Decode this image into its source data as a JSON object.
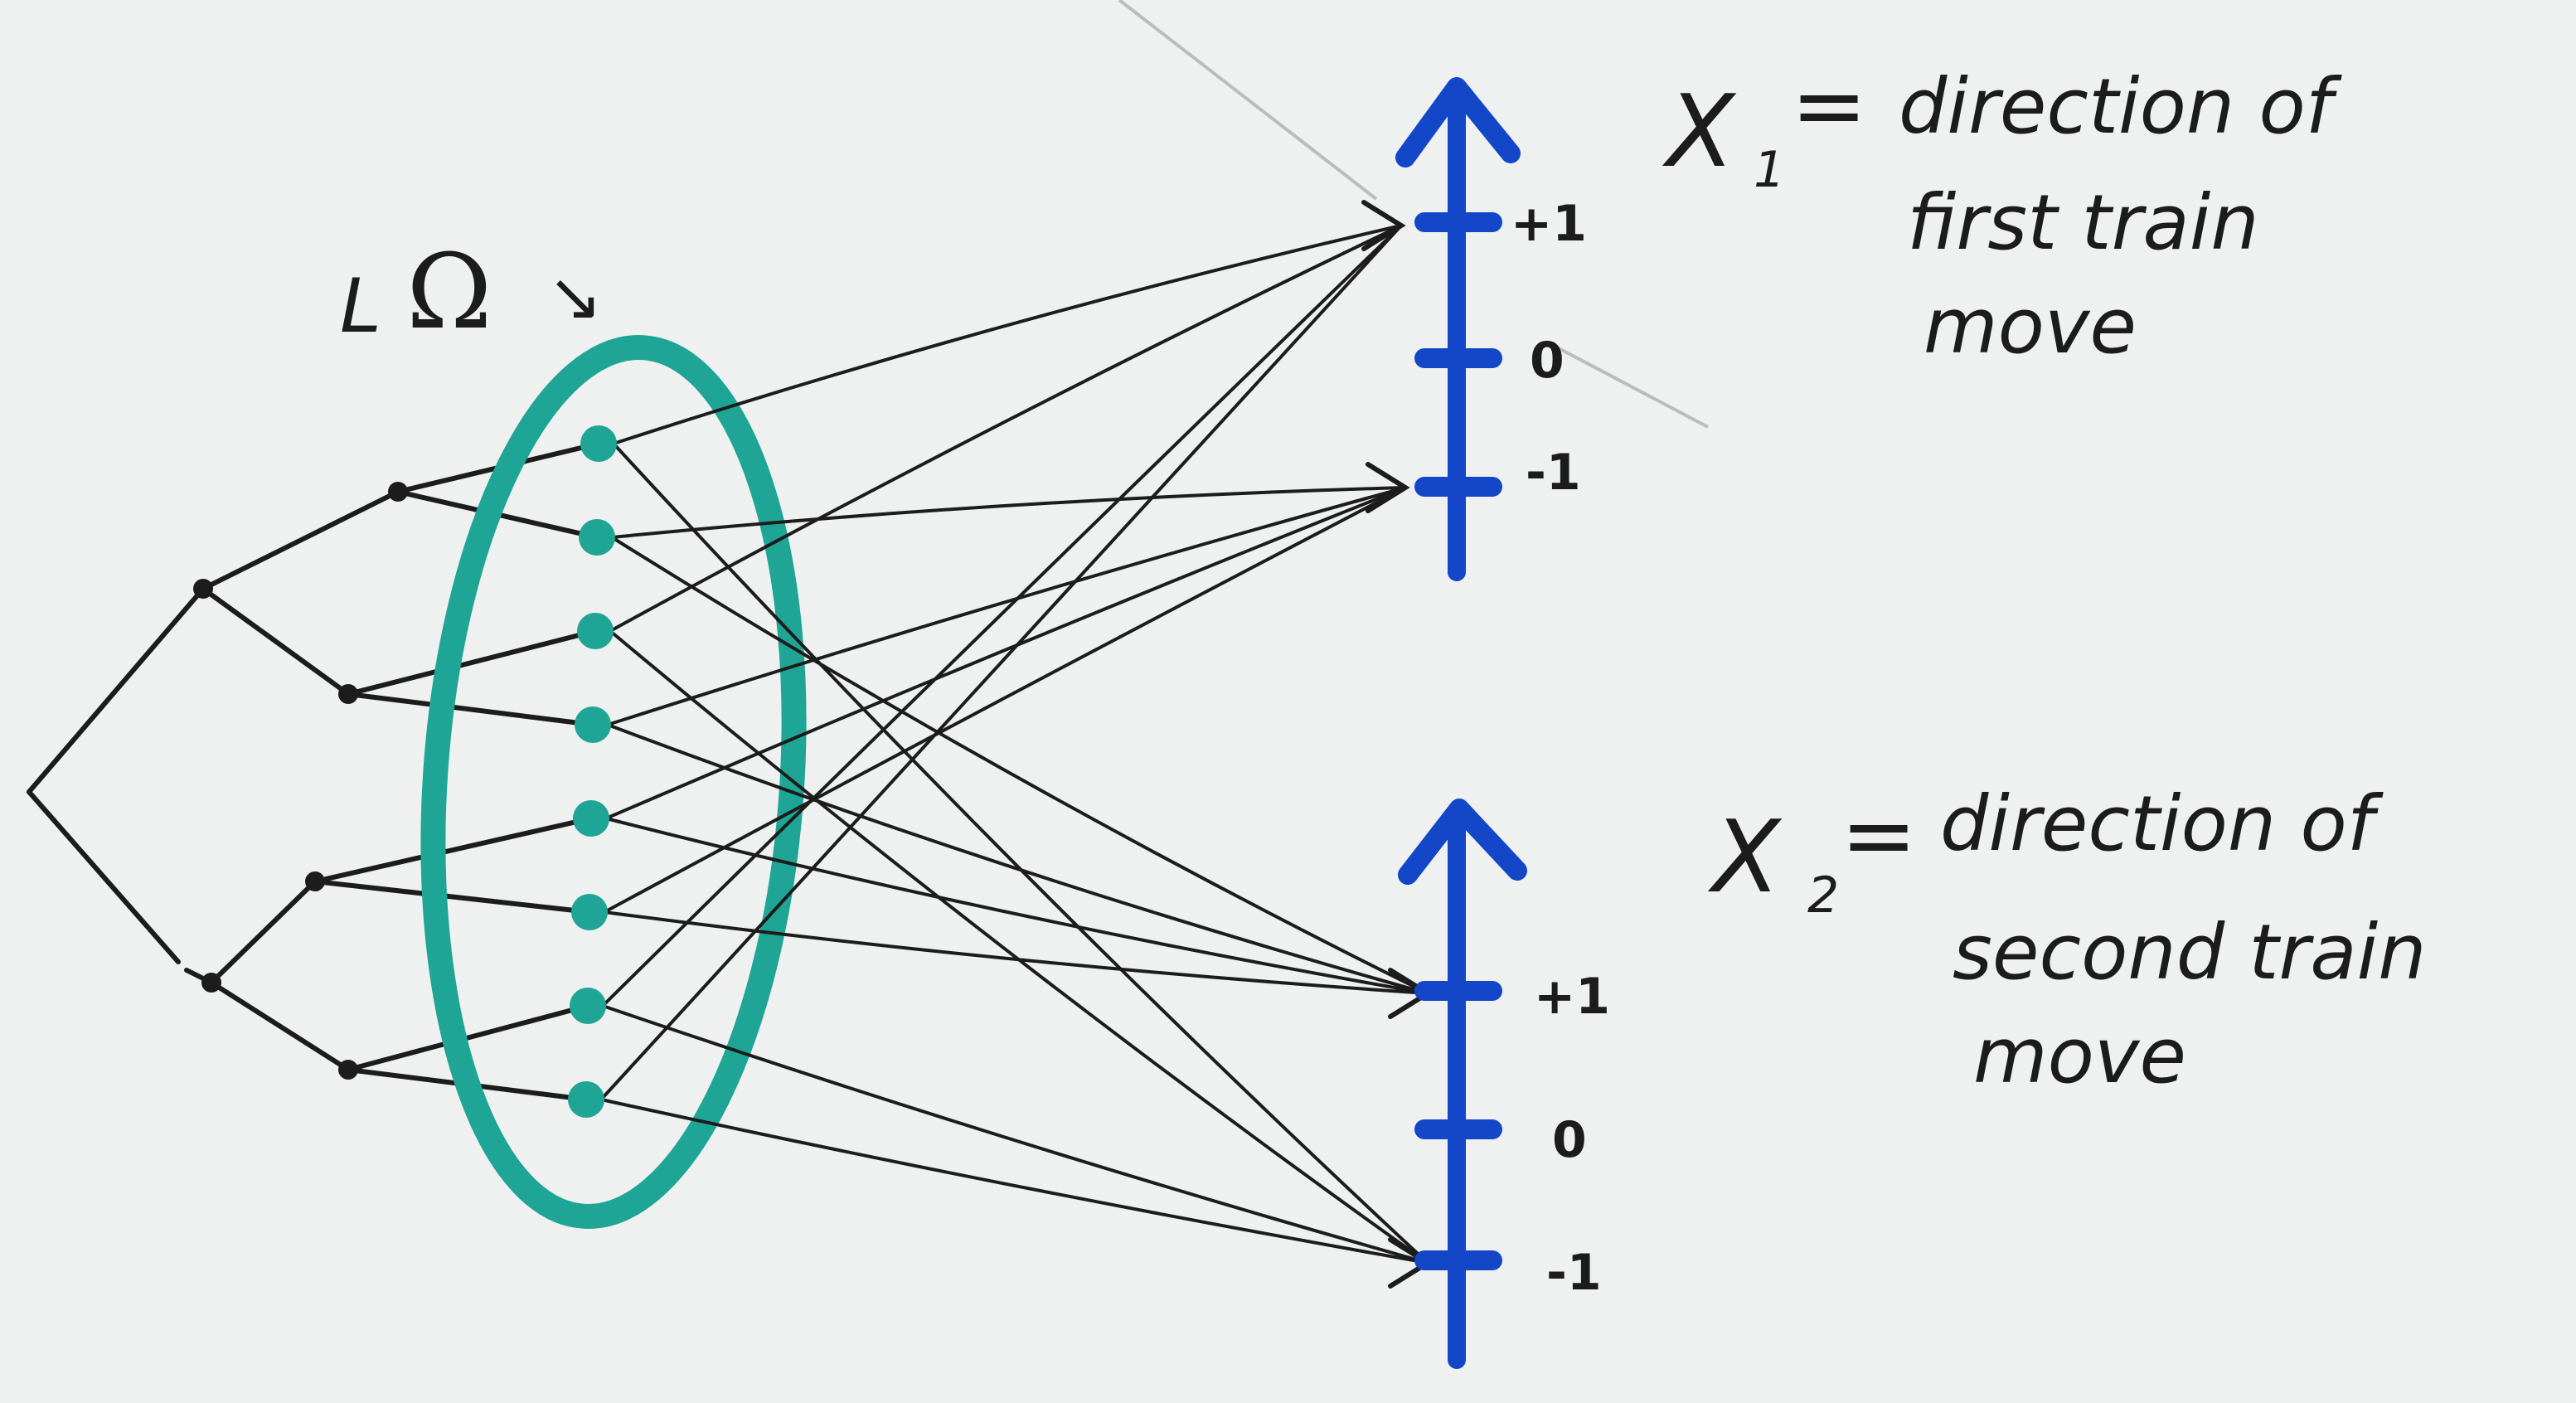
{
  "omega_label": "Ω",
  "x1": {
    "variable": "X",
    "subscript": "1",
    "equals": "=",
    "description_lines": [
      "direction of",
      "first train",
      "move"
    ],
    "ticks": [
      "+1",
      "0",
      "-1"
    ]
  },
  "x2": {
    "variable": "X",
    "subscript": "2",
    "equals": "=",
    "description_lines": [
      "direction of",
      "second train",
      "move"
    ],
    "ticks": [
      "+1",
      "0",
      "-1"
    ]
  },
  "colors": {
    "paper": "#eef1ef",
    "ink": "#1c1c1c",
    "omega_ellipse": "#1fa596",
    "omega_points": "#1fa596",
    "axes": "#1446c8"
  },
  "tree": {
    "outcome_count": 8
  },
  "mapping": {
    "to_x1": [
      "+1",
      "-1",
      "+1",
      "-1",
      "-1",
      "-1",
      "+1",
      "+1"
    ],
    "to_x2": [
      "-1",
      "+1",
      "-1",
      "+1",
      "+1",
      "+1",
      "-1",
      "-1"
    ]
  }
}
